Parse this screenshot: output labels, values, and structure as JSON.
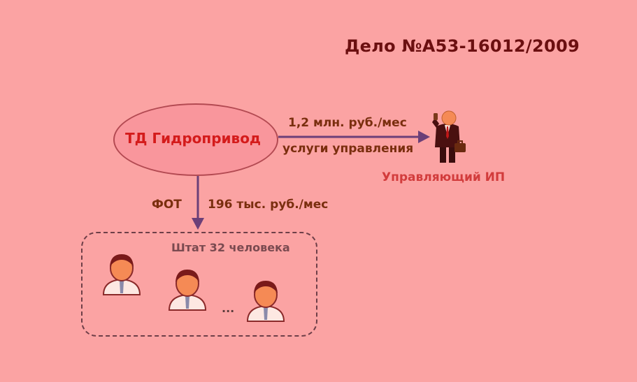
{
  "case_title": "Дело №А53-16012/2009",
  "company": {
    "name": "ТД Гидропривод"
  },
  "management_fee": {
    "amount": "1,2 млн. руб./мес",
    "purpose": "услуги управления"
  },
  "manager": {
    "label": "Управляющий ИП",
    "icon": "businessman-icon"
  },
  "payroll": {
    "label": "ФОТ",
    "amount": "196 тыс. руб./мес"
  },
  "staff": {
    "label": "Штат 32 человека",
    "ellipsis": "...",
    "icon": "employee-icon"
  },
  "colors": {
    "background": "#fba3a3",
    "title": "#6b0f10",
    "company_text": "#d41b1b",
    "arrow": "#6b3f78",
    "label_text": "#7a2e0e"
  }
}
